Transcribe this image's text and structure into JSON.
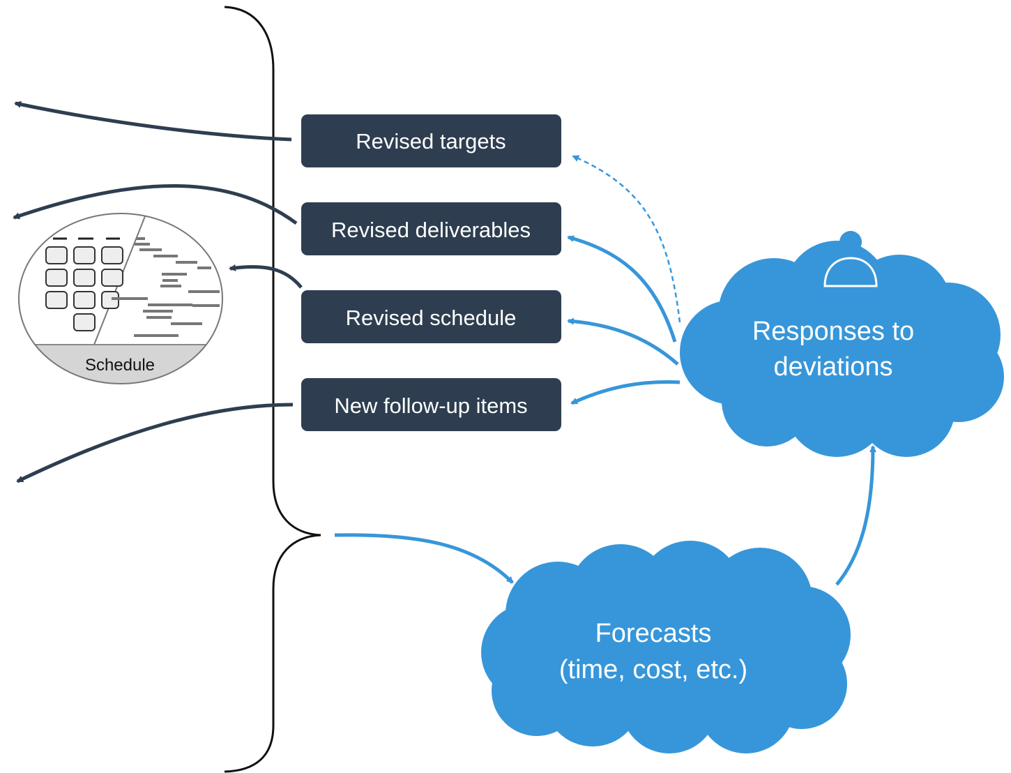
{
  "colors": {
    "dark_box": "#2e3e50",
    "dark_arrow": "#2e3e50",
    "blue": "#3796d9",
    "bracket": "#111111"
  },
  "boxes": {
    "targets": "Revised targets",
    "deliverables": "Revised deliverables",
    "schedule": "Revised schedule",
    "followup": "New follow-up items"
  },
  "clouds": {
    "responses": {
      "line1": "Responses to",
      "line2": "deviations",
      "icon": "person-icon"
    },
    "forecasts": {
      "line1": "Forecasts",
      "line2": "(time, cost, etc.)"
    }
  },
  "schedule_illustration": {
    "caption": "Schedule"
  }
}
